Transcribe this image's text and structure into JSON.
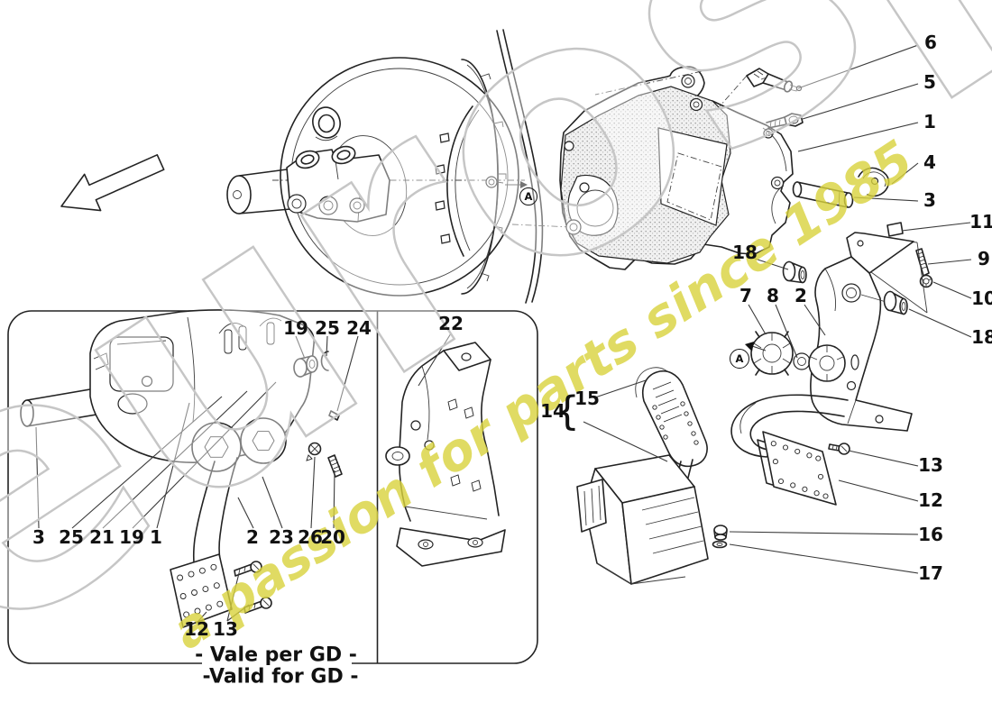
{
  "page": {
    "background": "#ffffff",
    "line_color": "#232323"
  },
  "watermark": {
    "brand": "eurospares",
    "tagline": "a passion for parts since 1985",
    "brand_stroke": "#c6c6c6",
    "tagline_color": "#d9d33d"
  },
  "diagram": {
    "footnote_line1": "- Vale per GD -",
    "footnote_line2": "-Valid for GD -",
    "view_marker_booster": "A",
    "view_marker_pedal": "A",
    "brace": "{"
  },
  "callouts": {
    "c6": "6",
    "c5": "5",
    "c1": "1",
    "c4": "4",
    "c3": "3",
    "c11": "11",
    "c9": "9",
    "c10": "10",
    "c18_right": "18",
    "c13_right": "13",
    "c12_right": "12",
    "c16": "16",
    "c17": "17",
    "c18_mid": "18",
    "c7": "7",
    "c8": "8",
    "c2_mid": "2",
    "c14": "14",
    "c15": "15",
    "c19_top": "19",
    "c25_top": "25",
    "c24": "24",
    "c22": "22",
    "c3_inset": "3",
    "c25_inset": "25",
    "c21_inset": "21",
    "c19_inset": "19",
    "c1_inset": "1",
    "c2_inset": "2",
    "c23_inset": "23",
    "c26_inset": "26",
    "c20_inset": "20",
    "c12_inset": "12",
    "c13_inset": "13"
  }
}
